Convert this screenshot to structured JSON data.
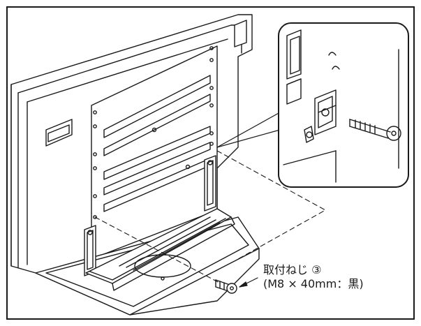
{
  "callout": {
    "line1": "取付ねじ ③",
    "line2": "(M8 × 40mm：黒)"
  },
  "icons": [
    "tv-panel",
    "stand-bracket",
    "mounting-screw",
    "zoom-inset"
  ],
  "colors": {
    "line": "#1a1a1a",
    "background": "#ffffff"
  }
}
